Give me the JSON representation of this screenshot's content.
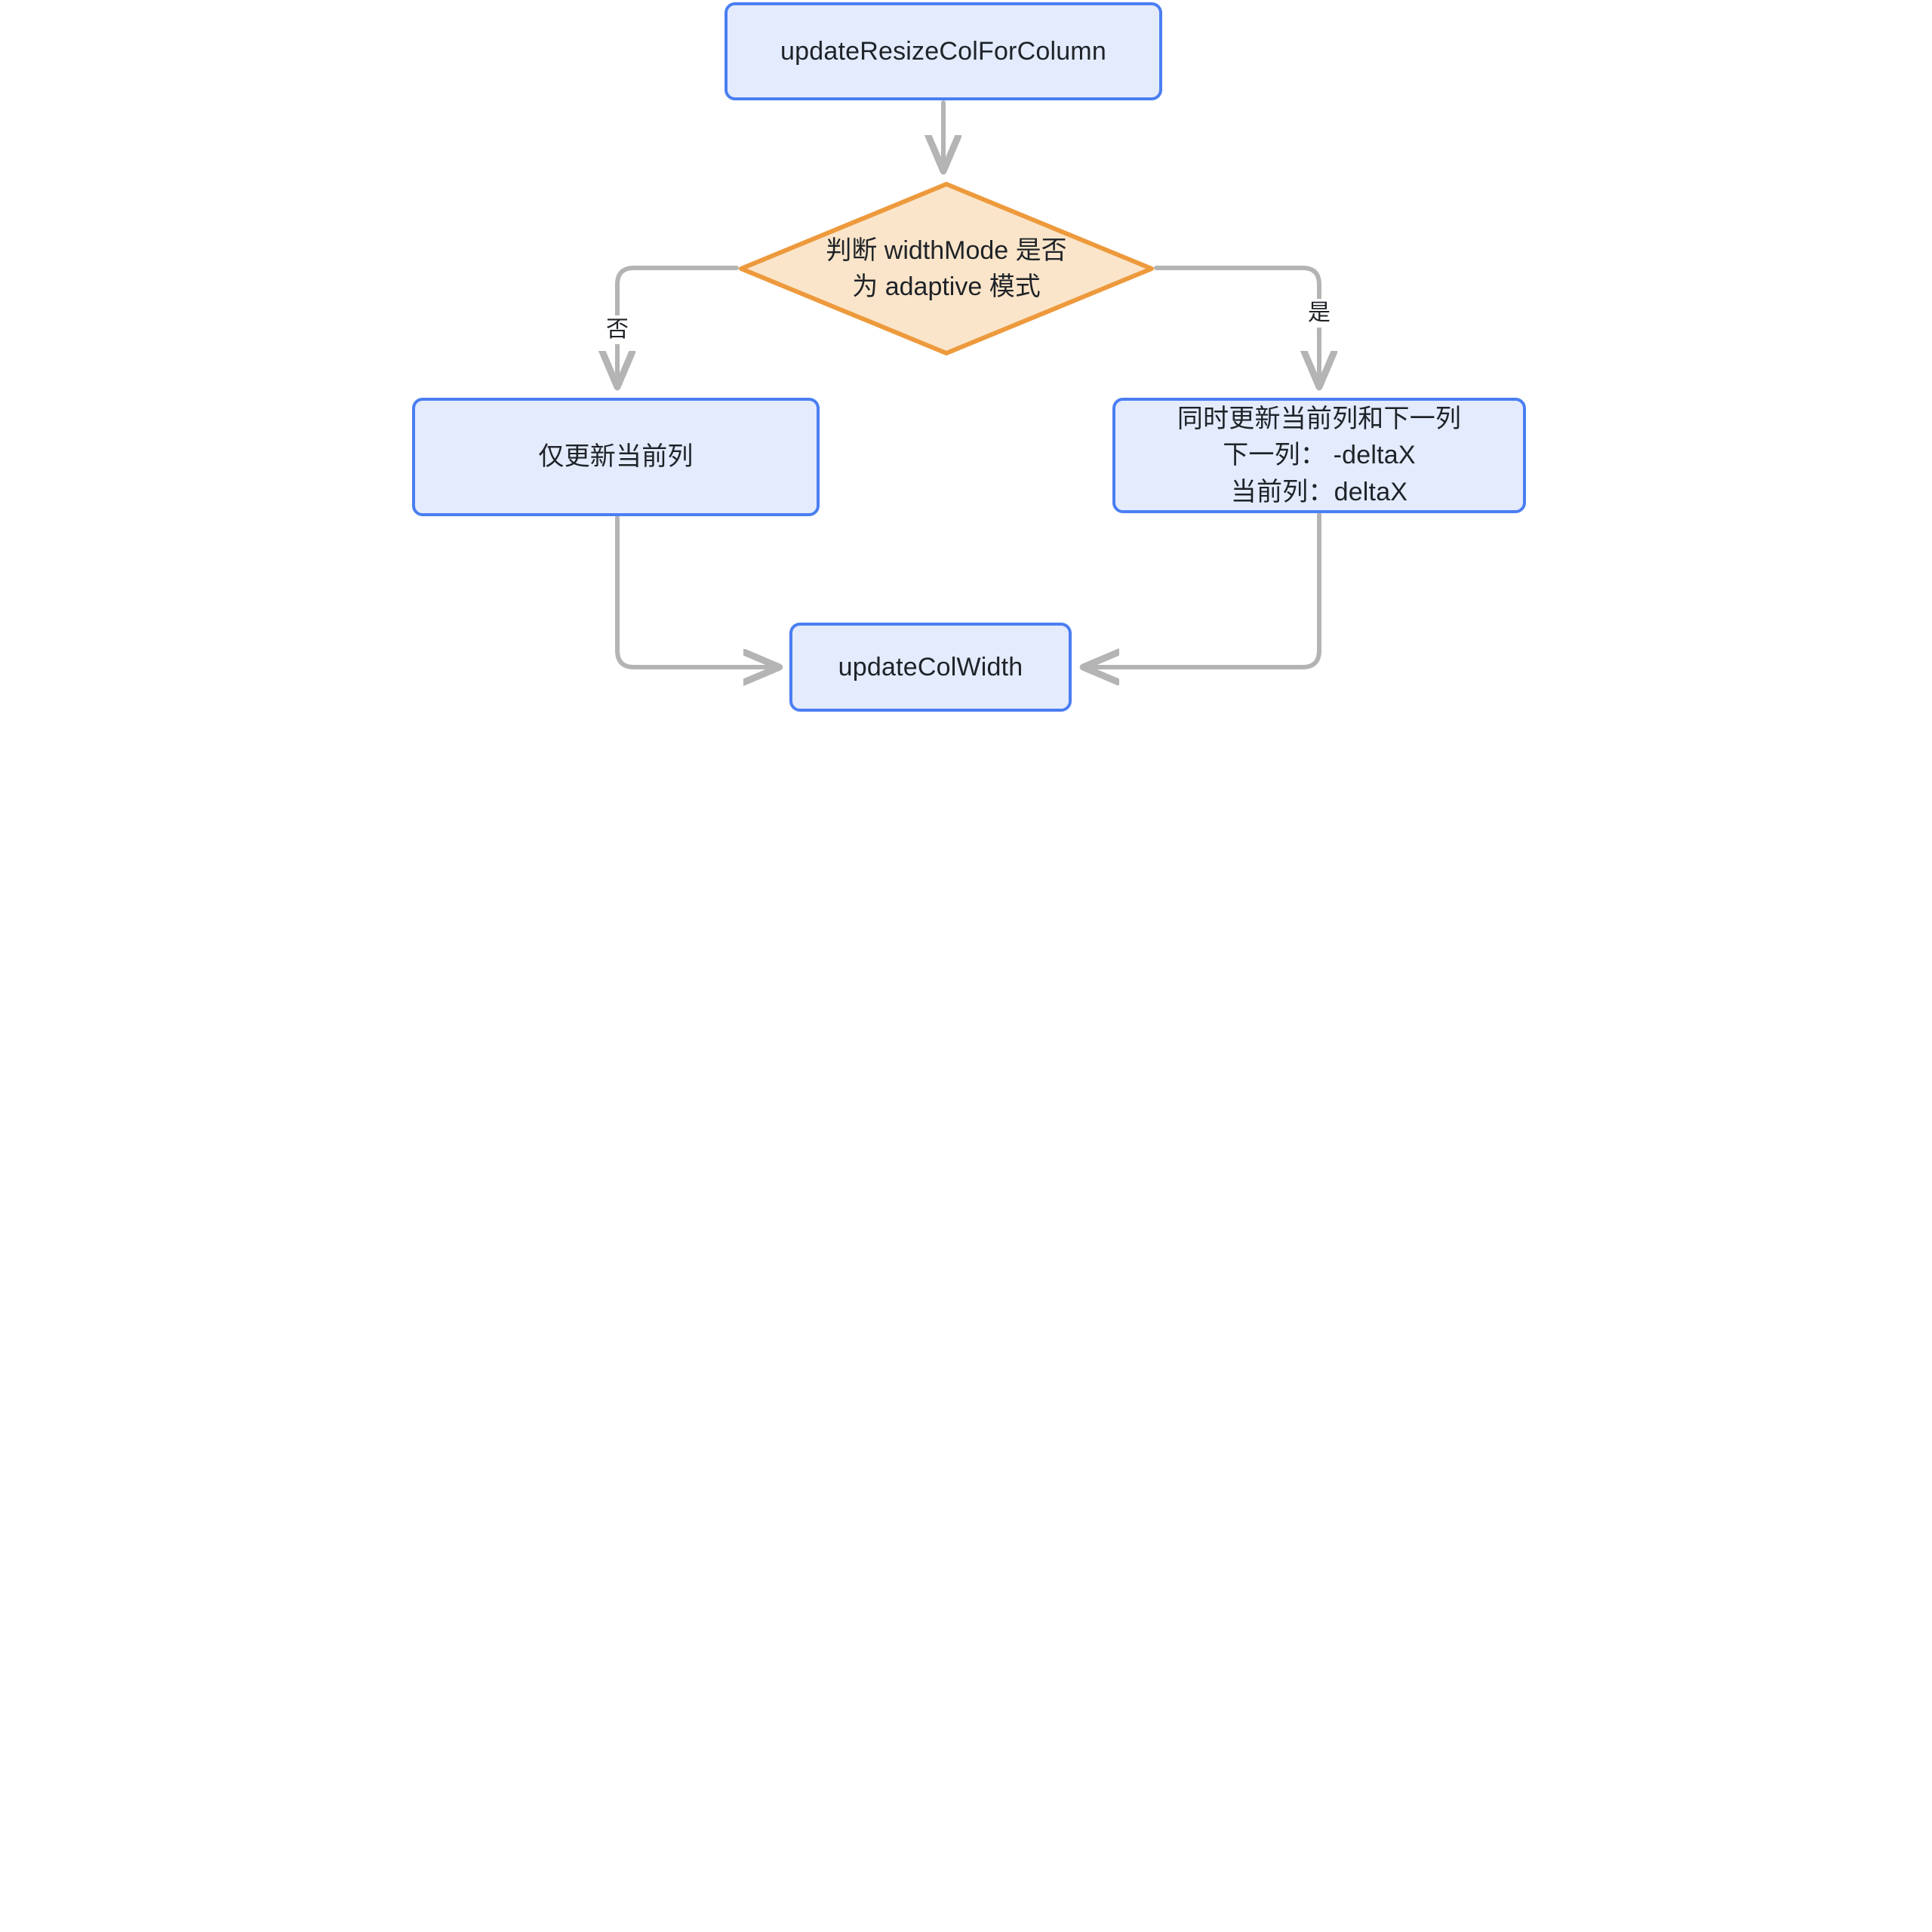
{
  "diagram": {
    "type": "flowchart",
    "direction": "top-down",
    "background_color": "#ffffff",
    "theme": {
      "process_fill": "#e3ebfd",
      "process_stroke": "#4a7ef2",
      "decision_fill": "#fbe5ca",
      "decision_stroke": "#ed9a3c",
      "edge_stroke": "#b4b4b4",
      "text_color": "#1f2328"
    },
    "nodes": [
      {
        "id": "start",
        "shape": "rounded-rect",
        "label": "updateResizeColForColumn"
      },
      {
        "id": "decision",
        "shape": "diamond",
        "label": "判断 widthMode 是否\n为 adaptive 模式"
      },
      {
        "id": "only-current",
        "shape": "rounded-rect",
        "label": "仅更新当前列"
      },
      {
        "id": "both-columns",
        "shape": "rounded-rect",
        "label": "同时更新当前列和下一列\n下一列： -deltaX\n当前列：deltaX"
      },
      {
        "id": "update-col-width",
        "shape": "rounded-rect",
        "label": "updateColWidth"
      }
    ],
    "edges": [
      {
        "id": "e1",
        "from": "start",
        "to": "decision",
        "label": ""
      },
      {
        "id": "e2",
        "from": "decision",
        "to": "only-current",
        "label": "否"
      },
      {
        "id": "e3",
        "from": "decision",
        "to": "both-columns",
        "label": "是"
      },
      {
        "id": "e4",
        "from": "only-current",
        "to": "update-col-width",
        "label": ""
      },
      {
        "id": "e5",
        "from": "both-columns",
        "to": "update-col-width",
        "label": ""
      }
    ]
  }
}
